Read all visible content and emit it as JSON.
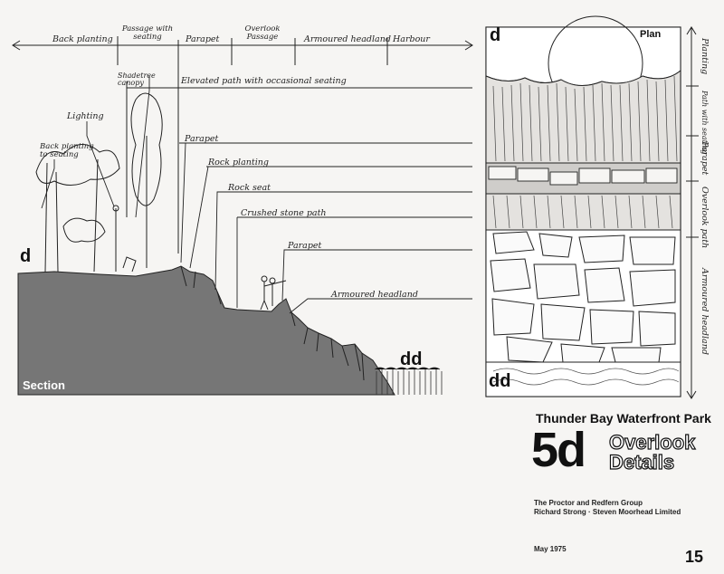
{
  "header_labels": {
    "back_planting": "Back planting",
    "passage_seating": "Passage with seating",
    "parapet": "Parapet",
    "overlook_passage": "Overlook Passage",
    "armoured_headland": "Armoured headland",
    "harbour": "Harbour"
  },
  "section_notes": {
    "shade_tree_canopy": "Shadetree canopy",
    "elevated_path": "Elevated path with occasional seating",
    "lighting": "Lighting",
    "back_planting_seating": "Back planting to seating",
    "parapet_1": "Parapet",
    "rock_planting": "Rock planting",
    "rock_seat": "Rock seat",
    "crushed_stone_path": "Crushed stone path",
    "parapet_2": "Parapet",
    "armoured_headland": "Armoured headland"
  },
  "side_labels": {
    "planting": "Planting",
    "path_seating": "Path with seating",
    "parapet": "Parapet",
    "overlook_path": "Overlook path",
    "armoured_headland": "Armoured headland"
  },
  "markers": {
    "d_section": "d",
    "dd_section": "dd",
    "d_plan": "d",
    "dd_plan": "dd"
  },
  "section_label": "Section",
  "plan_label": "Plan",
  "title_block": {
    "park": "Thunder Bay Waterfront Park",
    "code": "5d",
    "subtitle_line1": "Overlook",
    "subtitle_line2": "Details",
    "firm_line1": "The Proctor and Redfern Group",
    "firm_line2": "Richard Strong · Steven Moorhead Limited",
    "date": "May 1975",
    "page_number": "15"
  },
  "colors": {
    "section_fill": "#767676",
    "ink": "#1a1a1a",
    "paper": "#f6f5f3"
  }
}
